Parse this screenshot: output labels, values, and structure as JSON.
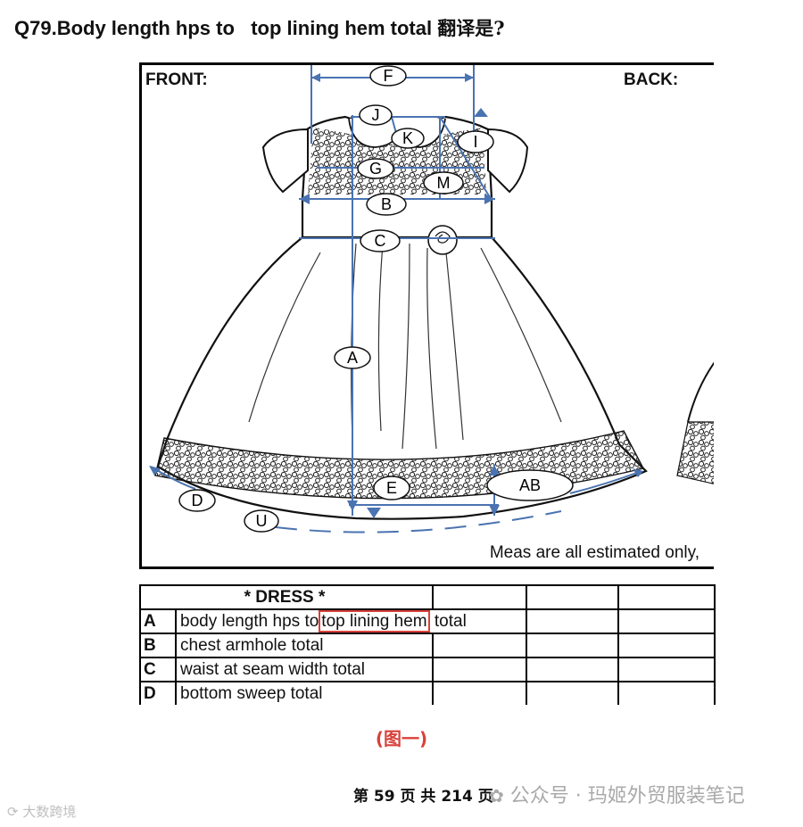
{
  "question": {
    "prefix": "Q79.Body length hps to   top lining hem total ",
    "cn": "翻译是?"
  },
  "figure": {
    "front_label": "FRONT:",
    "back_label": "BACK:",
    "note": "Meas are all estimated only,",
    "points": [
      "F",
      "J",
      "K",
      "I",
      "G",
      "M",
      "B",
      "C",
      "A",
      "E",
      "AB",
      "D",
      "U"
    ]
  },
  "table": {
    "header": "* DRESS *",
    "rows": [
      {
        "code": "A",
        "pre": "body length hps to",
        "hl": "top lining hem",
        "post": " total"
      },
      {
        "code": "B",
        "pre": "chest armhole total",
        "hl": "",
        "post": ""
      },
      {
        "code": "C",
        "pre": "waist at seam width total",
        "hl": "",
        "post": ""
      },
      {
        "code": "D",
        "pre": "bottom sweep total",
        "hl": "",
        "post": ""
      }
    ]
  },
  "caption": "(图一)",
  "page_no": "第 59 页 共 214 页",
  "watermark": "公众号 · 玛姬外贸服装笔记",
  "watermark_left": "大数跨境",
  "colors": {
    "accent": "#d8413a",
    "measure": "#4a73b1",
    "watermark": "#a9a9a9"
  }
}
